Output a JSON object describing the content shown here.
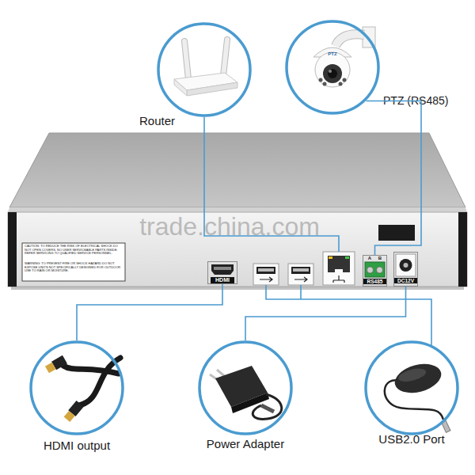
{
  "diagram": {
    "nodes": [
      {
        "text": [
          "Router"
        ]
      },
      {
        "text": [
          "PTZ (RS485)"
        ]
      },
      {
        "text": [
          "HDMI"
        ]
      },
      {
        "text": [
          "A",
          "B",
          "RS485"
        ]
      },
      {
        "text": [
          "DC12V"
        ]
      },
      {
        "text": [
          "HDMI output"
        ]
      },
      {
        "text": [
          "Power Adapter"
        ]
      },
      {
        "text": [
          "USB2.0 Port"
        ]
      }
    ],
    "edges": [
      {
        "from": 2,
        "to": 5,
        "arrow": "none"
      },
      {
        "from": 4,
        "to": 6,
        "arrow": "none"
      },
      {
        "from": 3,
        "to": 1,
        "arrow": "none"
      }
    ],
    "labels": [
      "trade.china.com",
      "CAUTION: TO REDUCE THE RISK OF ELECTRICAL SHOCK DO NOT OPEN COVERS. NO USER SERVICEABLE PARTS INSIDE. REFER SERVICING TO QUALIFIED SERVICE PERSONNEL.",
      "WARNING: TO PREVENT FIRE OR SHOCK HAZARD DO NOT EXPOSE UNITS NOT SPECIFICALLY DESIGNED FOR OUTDOOR USE TO RAIN OR MOISTURE.",
      "PTZ"
    ]
  }
}
